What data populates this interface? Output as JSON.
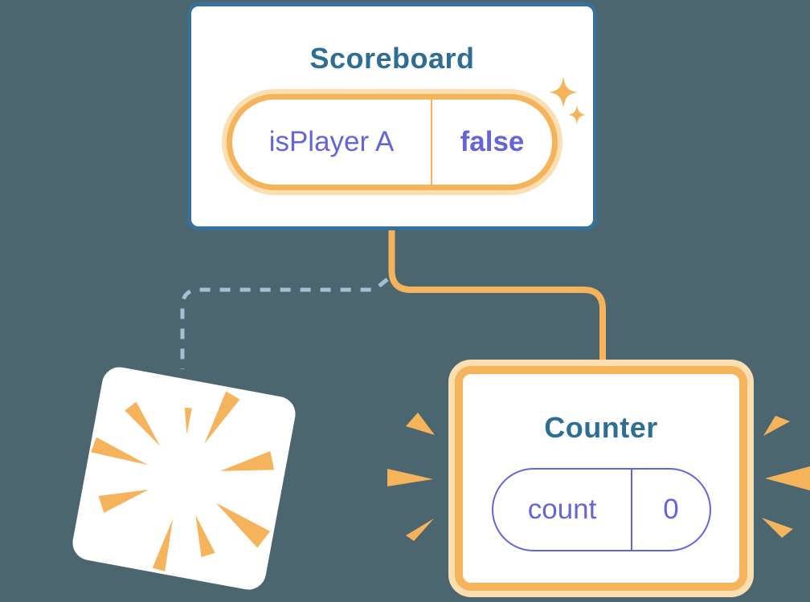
{
  "diagram": {
    "description_visible_elements": "component tree diagram with two component cards, one destroyed card, connectors"
  },
  "scoreboard": {
    "title": "Scoreboard",
    "state_pill": {
      "name": "isPlayer A",
      "value": "false"
    }
  },
  "counter": {
    "title": "Counter",
    "state_pill": {
      "name": "count",
      "value": "0"
    }
  },
  "icons": {
    "sparkle": "sparkle-icon",
    "explosion_sparks": "explosion-sparks-icon",
    "burst_marks": "burst-marks-icon"
  },
  "connectors": {
    "solid_style": "solid orange rounded elbow",
    "dashed_style": "dashed light-blue rounded elbow"
  },
  "colors": {
    "background": "#4B666E",
    "card_white": "#FFFFFF",
    "card_border_blue": "#35719A",
    "title_blue": "#2F6E93",
    "accent_orange": "#F5B45C",
    "accent_orange_light": "#FBDFB1",
    "state_purple": "#6565D8",
    "dashed_blue": "#A3C0D4"
  }
}
